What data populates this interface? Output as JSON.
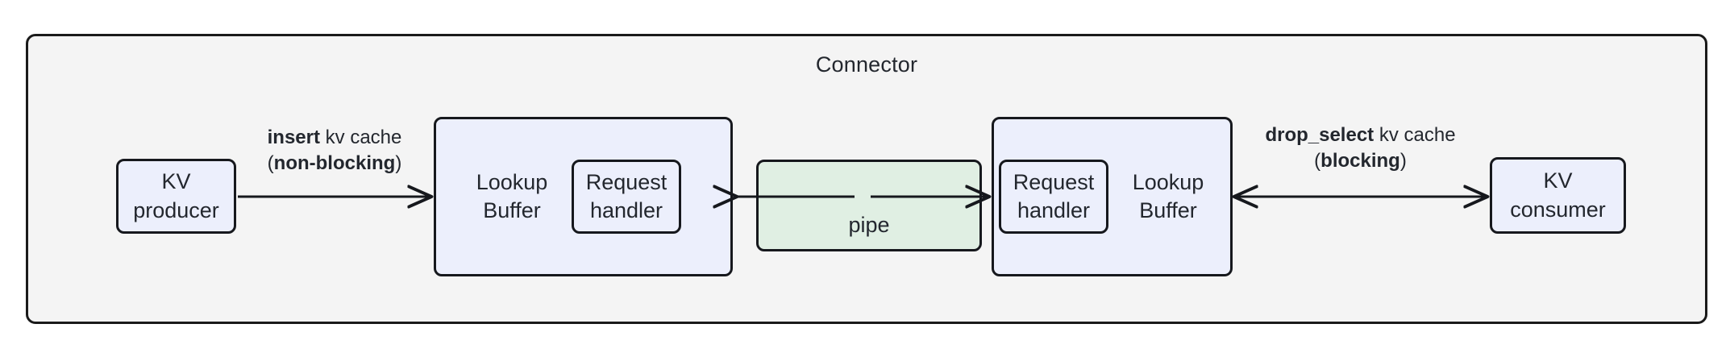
{
  "diagram": {
    "title": "Connector",
    "nodes": {
      "kv_producer": {
        "line1": "KV",
        "line2": "producer"
      },
      "kv_consumer": {
        "line1": "KV",
        "line2": "consumer"
      },
      "lookup_buffer_left": {
        "title": "Lookup\nBuffer"
      },
      "lookup_buffer_right": {
        "title": "Lookup\nBuffer"
      },
      "request_handler_left": {
        "line1": "Request",
        "line2": "handler"
      },
      "request_handler_right": {
        "line1": "Request",
        "line2": "handler"
      },
      "pipe": {
        "label": "pipe"
      }
    },
    "edges": {
      "insert": {
        "op": "insert",
        "rest": " kv cache",
        "mode_open": "(",
        "mode": "non-blocking",
        "mode_close": ")",
        "direction": "right"
      },
      "drop_select": {
        "op": "drop_select",
        "rest": " kv cache",
        "mode_open": "(",
        "mode": "blocking",
        "mode_close": ")",
        "direction": "bidirectional"
      },
      "pipe_to_left_buffer": {
        "direction": "left"
      },
      "pipe_to_right_buffer": {
        "direction": "right"
      }
    },
    "colors": {
      "container_fill": "#f4f4f4",
      "node_fill_blue": "#eceffc",
      "node_fill_green": "#e0efe3",
      "stroke": "#16181d",
      "text": "#23272e"
    }
  }
}
